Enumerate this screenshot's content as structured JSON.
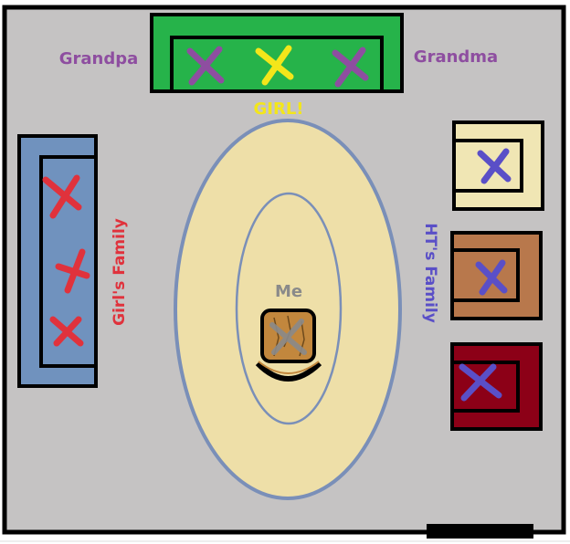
{
  "labels": {
    "grandpa": "Grandpa",
    "grandma": "Grandma",
    "girl": "GIRL!",
    "girls_family": "Girl's Family",
    "ht_family": "HT's Family",
    "me": "Me"
  },
  "colors": {
    "floor": "#c5c3c3",
    "wall": "#000000",
    "couch_green": "#26b34a",
    "couch_blue": "#7092be",
    "chair_cream": "#f0e6b4",
    "chair_brown": "#b8784c",
    "chair_red": "#8c0017",
    "rug": "#eedfa8",
    "rug_edge": "#7a8fb8",
    "wood": "#c2873d",
    "purple": "#8e4ea0",
    "yellow": "#f3e61a",
    "red": "#e0323c",
    "blue": "#5a4fc7",
    "grey": "#8a8a8a"
  },
  "icons": {
    "seat_marker": "x-mark-icon",
    "my_chair": "armchair-icon"
  }
}
